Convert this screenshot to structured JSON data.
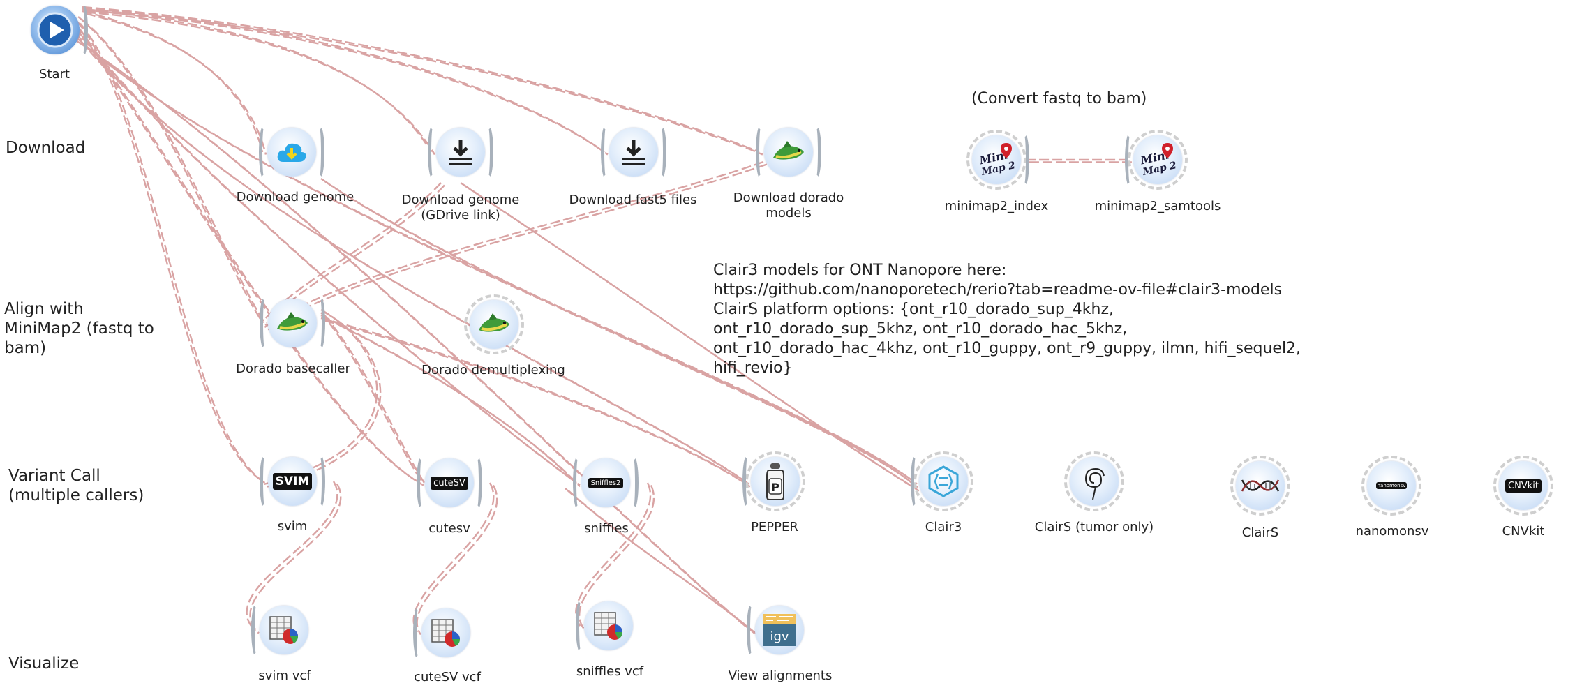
{
  "annotations": {
    "convert_title": "(Convert fastq to bam)",
    "clair_note": "Clair3 models for ONT Nanopore here:\nhttps://github.com/nanoporetech/rerio?tab=readme-ov-file#clair3-models\nClairS platform options: {ont_r10_dorado_sup_4khz,\nont_r10_dorado_sup_5khz, ont_r10_dorado_hac_5khz,\nont_r10_dorado_hac_4khz, ont_r10_guppy, ont_r9_guppy, ilmn, hifi_sequel2,\nhifi_revio}"
  },
  "sections": {
    "download": "Download",
    "align": "Align with\nMiniMap2 (fastq to\nbam)",
    "variant": "Variant Call\n(multiple callers)",
    "visualize": "Visualize"
  },
  "nodes": {
    "start": {
      "label": "Start",
      "icon": "play-icon"
    },
    "download_genome": {
      "label": "Download genome",
      "icon": "cloud-download-icon"
    },
    "download_genome_gdrive": {
      "label": "Download genome\n(GDrive link)",
      "icon": "download-tray-icon"
    },
    "download_fast5": {
      "label": "Download fast5 files",
      "icon": "download-tray-icon"
    },
    "download_dorado": {
      "label": "Download dorado\nmodels",
      "icon": "dorado-fish-icon"
    },
    "minimap2_index": {
      "label": "minimap2_index",
      "icon": "minimap2-logo-icon",
      "logo_text": "Mini\nMap 2"
    },
    "minimap2_samtools": {
      "label": "minimap2_samtools",
      "icon": "minimap2-logo-icon",
      "logo_text": "Mini\nMap 2"
    },
    "dorado_basecaller": {
      "label": "Dorado basecaller",
      "icon": "dorado-fish-icon"
    },
    "dorado_demux": {
      "label": "Dorado demultiplexing",
      "icon": "dorado-fish-icon"
    },
    "svim": {
      "label": "svim",
      "icon": "svim-logo-icon",
      "logo_text": "SVIM"
    },
    "cutesv": {
      "label": "cutesv",
      "icon": "cutesv-logo-icon",
      "logo_text": "cuteSV"
    },
    "sniffles": {
      "label": "sniffles",
      "icon": "sniffles-logo-icon",
      "logo_text": "Sniffles2"
    },
    "pepper": {
      "label": "PEPPER",
      "icon": "pepper-shaker-icon",
      "logo_text": "P"
    },
    "clair3": {
      "label": "Clair3",
      "icon": "clair3-logo-icon"
    },
    "clairs_tumor": {
      "label": "ClairS (tumor only)",
      "icon": "spiral-icon"
    },
    "clairs": {
      "label": "ClairS",
      "icon": "dna-helix-icon"
    },
    "nanomonsv": {
      "label": "nanomonsv",
      "icon": "nanomonsv-logo-icon",
      "logo_text": "nanomonsv"
    },
    "cnvkit": {
      "label": "CNVkit",
      "icon": "cnvkit-logo-icon",
      "logo_text": "CNVkit"
    },
    "svim_vcf": {
      "label": "svim vcf",
      "icon": "table-pie-icon"
    },
    "cutesv_vcf": {
      "label": "cuteSV vcf",
      "icon": "table-pie-icon"
    },
    "sniffles_vcf": {
      "label": "sniffles vcf",
      "icon": "table-pie-icon"
    },
    "view_alignments": {
      "label": "View alignments",
      "icon": "igv-logo-icon",
      "logo_text": "igv"
    }
  },
  "colors": {
    "link": "#d9a3a3",
    "ring": "#cfcfcf",
    "bracket": "#a8b1bb",
    "node_fill": "#bcd4f3",
    "pin": "#d0202a"
  }
}
